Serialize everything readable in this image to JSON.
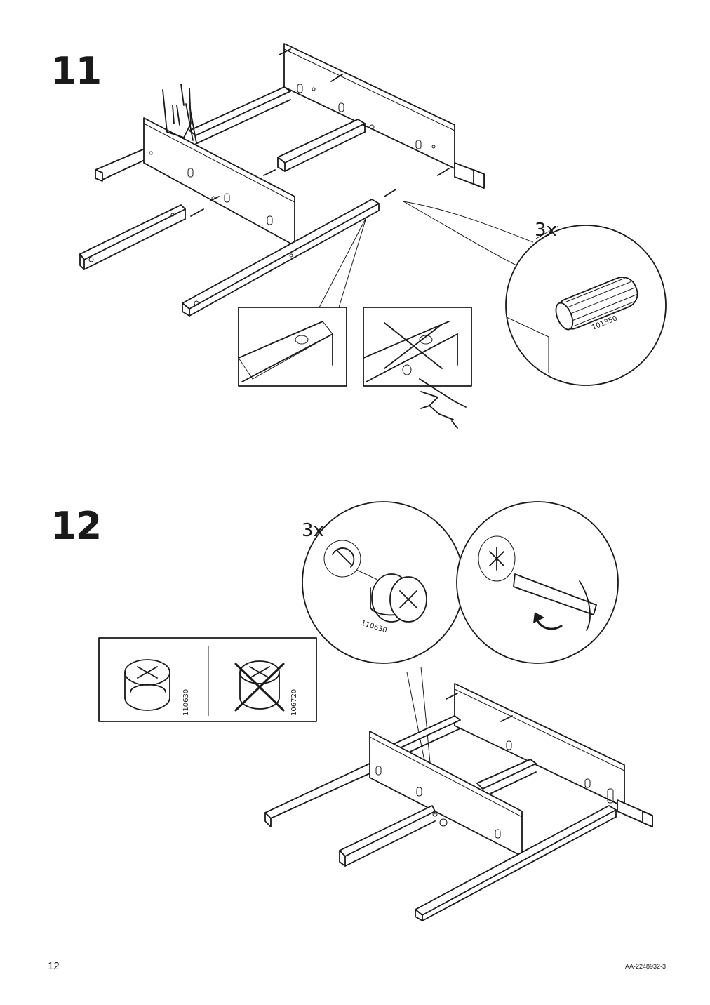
{
  "page": {
    "page_number": "12",
    "document_code": "AA-2248932-3"
  },
  "steps": [
    {
      "number": "11",
      "callout": {
        "quantity": "3x",
        "part_number": "101350"
      }
    },
    {
      "number": "12",
      "callout": {
        "quantity": "3x",
        "part_number": "110630"
      },
      "part_compare": {
        "correct_part": "110630",
        "wrong_part": "106720"
      }
    }
  ],
  "icons": [
    "hand-pointing-icon",
    "screwdriver-icon",
    "rotate-arrow-icon",
    "cross-out-icon"
  ]
}
